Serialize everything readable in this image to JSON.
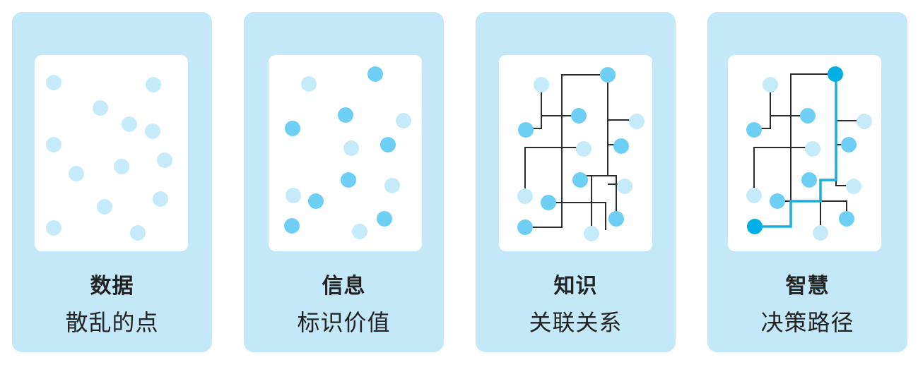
{
  "colors": {
    "card_bg": "#c3e9f9",
    "panel_bg": "#ffffff",
    "dot_light": "#c5ebfb",
    "dot_mid": "#6ecff5",
    "dot_strong": "#00aee8",
    "line": "#2b2b2b",
    "path": "#1aaee0",
    "text": "#222222"
  },
  "stages": [
    {
      "title": "数据",
      "subtitle": "散乱的点"
    },
    {
      "title": "信息",
      "subtitle": "标识价值"
    },
    {
      "title": "知识",
      "subtitle": "关联关系"
    },
    {
      "title": "智慧",
      "subtitle": "决策路径"
    }
  ]
}
